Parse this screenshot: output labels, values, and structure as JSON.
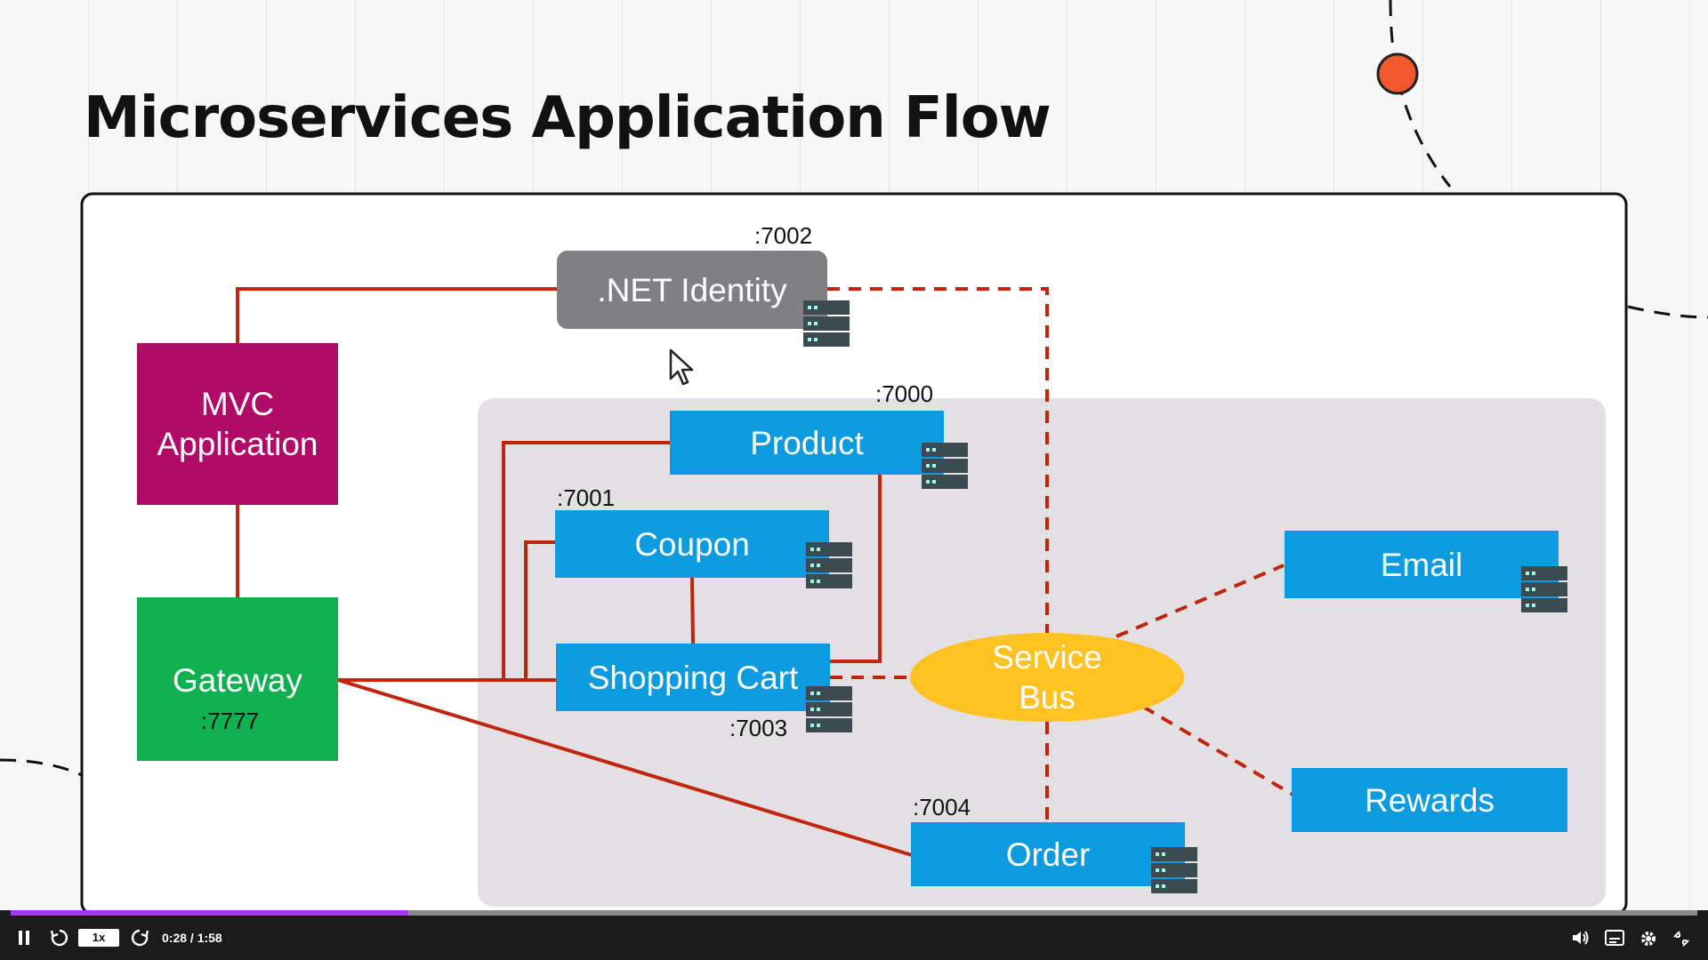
{
  "slide": {
    "title": "Microservices Application Flow"
  },
  "nodes": {
    "mvc": "MVC\nApplication",
    "gateway": "Gateway",
    "gateway_port": ":7777",
    "identity": ".NET Identity",
    "identity_port": ":7002",
    "product": "Product",
    "product_port": ":7000",
    "coupon": "Coupon",
    "coupon_port": ":7001",
    "cart": "Shopping Cart",
    "cart_port": ":7003",
    "service_bus": "Service\nBus",
    "email": "Email",
    "rewards": "Rewards",
    "order": "Order",
    "order_port": ":7004"
  },
  "colors": {
    "mvc": "#b00c67",
    "gateway": "#10b050",
    "identity": "#807f84",
    "service": "#0b9bde",
    "service_bus": "#ffc222",
    "connector": "#c0260f",
    "group_bg": "#e2e0e3",
    "progress": "#a435f0"
  },
  "player": {
    "progress": 0.236,
    "speed": "1x",
    "time": "0:28 / 1:58",
    "icons": [
      "pause-icon",
      "rewind-icon",
      "forward-icon",
      "volume-icon",
      "captions-icon",
      "settings-icon",
      "fullscreen-icon"
    ]
  }
}
